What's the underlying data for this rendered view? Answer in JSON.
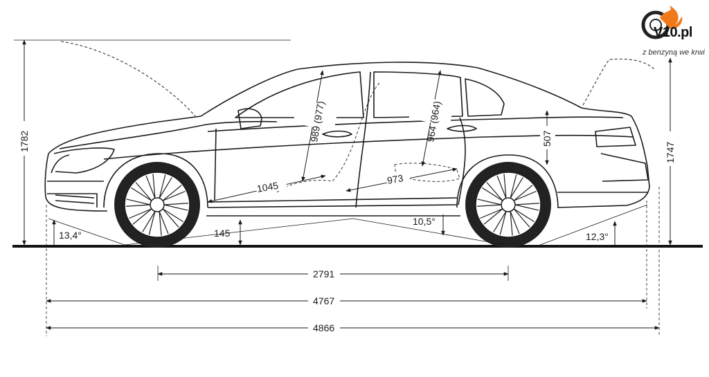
{
  "logo": {
    "brand": "V10.pl",
    "tagline": "z benzyną we krwi"
  },
  "dimensions": {
    "height_front": "1782",
    "height_rear": "1747",
    "front_approach_angle": "13,4°",
    "ground_clearance": "145",
    "ramp_angle": "10,5°",
    "rear_departure_angle": "12,3°",
    "front_headroom": "989 (977)",
    "rear_headroom": "964 (964)",
    "front_legroom": "1045",
    "rear_legroom": "973",
    "trunk_height": "507",
    "wheelbase": "2791",
    "length": "4767",
    "length_total": "4866"
  },
  "colors": {
    "line": "#1a1a1a",
    "ground": "#111111",
    "logo_flame": "#f07a1a"
  }
}
